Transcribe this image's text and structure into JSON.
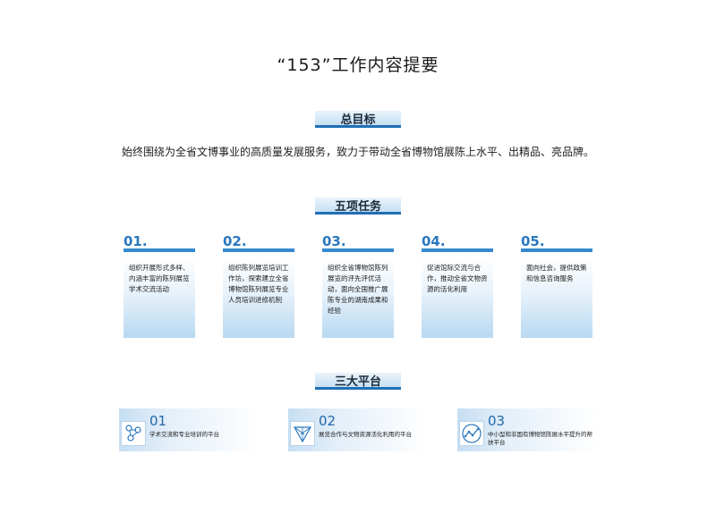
{
  "title": "“153”工作内容提要",
  "sections": {
    "goal": {
      "label": "总目标",
      "text": "始终围绕为全省文博事业的高质量发展服务，致力于带动全省博物馆展陈上水平、出精品、亮品牌。"
    },
    "tasks": {
      "label": "五项任务",
      "items": [
        {
          "num": "01.",
          "text": "组织开展形式多样、内涵丰富的陈列展览学术交流活动"
        },
        {
          "num": "02.",
          "text": "组织陈列展览培训工作坊，探索建立全省博物馆陈列展览专业人员培训进修机制"
        },
        {
          "num": "03.",
          "text": "组织全省博物馆陈列展览的评先评优活动，面向全国推广展陈专业的湖南成果和经验"
        },
        {
          "num": "04.",
          "text": "促进馆际交流与合作，推动全省文物资源的活化利用"
        },
        {
          "num": "05.",
          "text": "面向社会，提供政策和信息咨询服务"
        }
      ]
    },
    "platforms": {
      "label": "三大平台",
      "items": [
        {
          "num": "01",
          "text": "学术交流和专业培训的平台",
          "icon": "people-network-icon"
        },
        {
          "num": "02",
          "text": "展览合作与文物资源活化利用的平台",
          "icon": "geometric-sculpture-icon"
        },
        {
          "num": "03",
          "text": "中小型和非国有博物馆陈展水平提升的帮扶平台",
          "icon": "growth-chart-icon"
        }
      ]
    }
  },
  "colors": {
    "accent": "#2a77bf",
    "accent_dark": "#1f6fb6",
    "label_bg": "#c7e0f3"
  }
}
